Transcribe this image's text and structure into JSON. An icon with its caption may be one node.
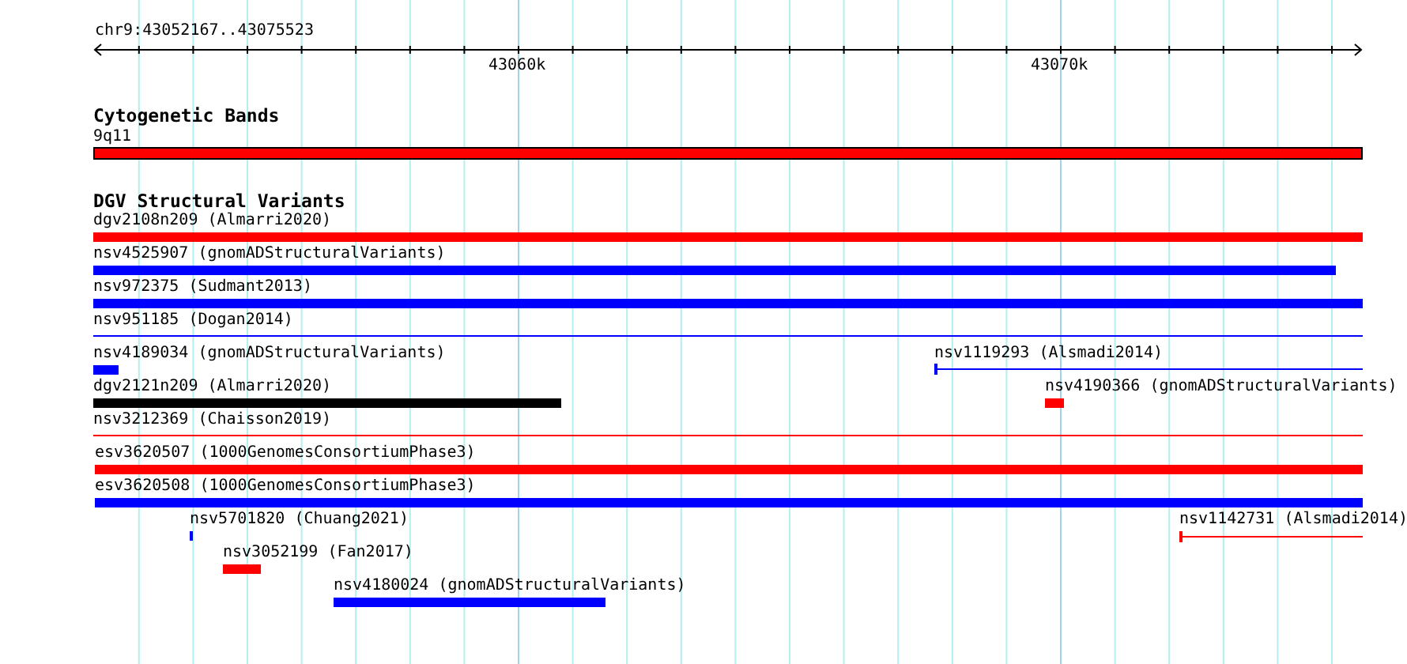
{
  "diagram": {
    "nodes": [
      {
        "text": [
          "9q11"
        ]
      },
      {
        "text": [
          "dgv2108n209 (Almarri2020)"
        ]
      },
      {
        "text": [
          "nsv4525907 (gnomADStructuralVariants)"
        ]
      },
      {
        "text": [
          "nsv972375 (Sudmant2013)"
        ]
      },
      {
        "text": [
          "nsv951185 (Dogan2014)"
        ]
      },
      {
        "text": [
          "nsv4189034 (gnomADStructuralVariants)"
        ]
      },
      {
        "text": [
          "nsv1119293 (Alsmadi2014)"
        ]
      },
      {
        "text": [
          "dgv2121n209 (Almarri2020)"
        ]
      },
      {
        "text": [
          "nsv4190366 (gnomADStructuralVariants)"
        ]
      },
      {
        "text": [
          "nsv3212369 (Chaisson2019)"
        ]
      },
      {
        "text": [
          "esv3620507 (1000GenomesConsortiumPhase3)"
        ]
      },
      {
        "text": [
          "esv3620508 (1000GenomesConsortiumPhase3)"
        ]
      },
      {
        "text": [
          "nsv5701820 (Chuang2021)"
        ]
      },
      {
        "text": [
          "nsv1142731 (Alsmadi2014)"
        ]
      },
      {
        "text": [
          "nsv3052199 (Fan2017)"
        ]
      },
      {
        "text": [
          "nsv4180024 (gnomADStructuralVariants)"
        ]
      }
    ],
    "labels": [
      "chr9:43052167..43075523",
      "43060k",
      "43070k",
      "Cytogenetic Bands",
      "DGV Structural Variants"
    ]
  }
}
